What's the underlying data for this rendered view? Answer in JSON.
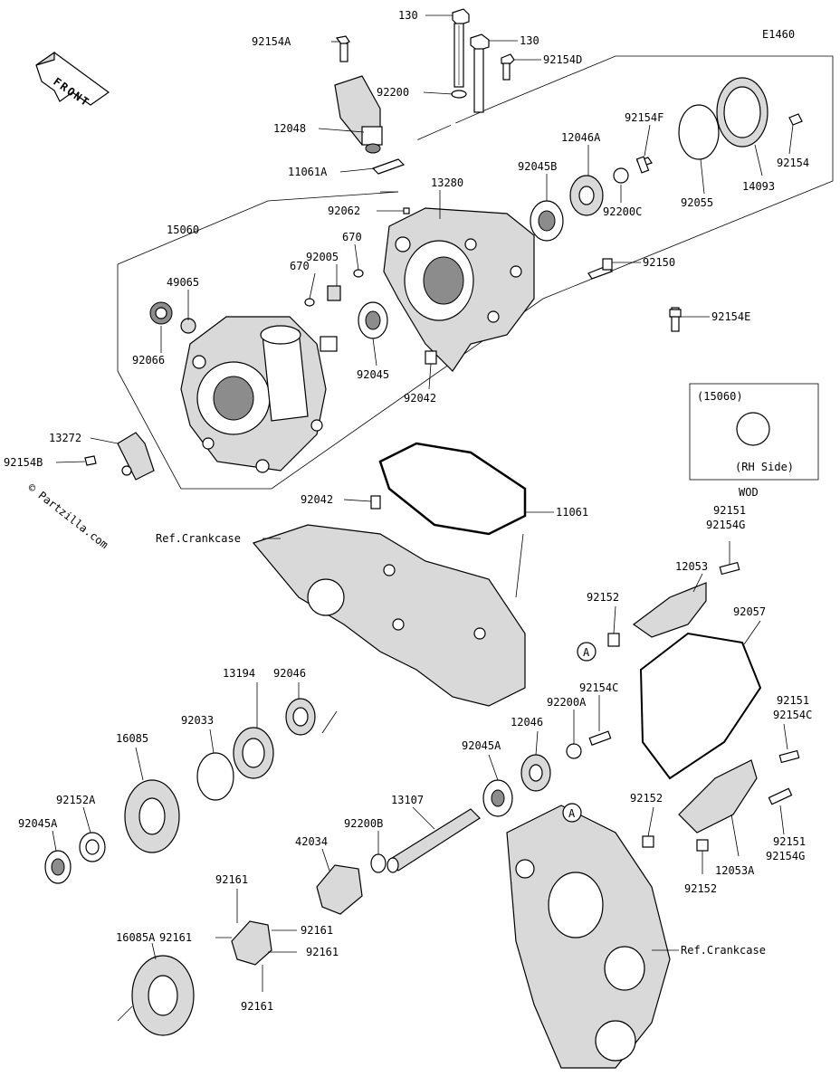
{
  "diagram_code": "E1460",
  "watermark": "© Partzilla.com",
  "front_label": "FRONT",
  "wod_box": {
    "ref": "(15060)",
    "side": "(RH Side)",
    "note": "WOD"
  },
  "callouts": {
    "A1": "A",
    "A2": "A"
  },
  "labels": {
    "p130a": "130",
    "p130b": "130",
    "p92154A": "92154A",
    "p92154D": "92154D",
    "p92200": "92200",
    "p12048": "12048",
    "p11061A": "11061A",
    "p15060": "15060",
    "p92062": "92062",
    "p13280": "13280",
    "p92005": "92005",
    "p670a": "670",
    "p670b": "670",
    "p49065": "49065",
    "p92066": "92066",
    "p92045": "92045",
    "p92042a": "92042",
    "p12046A": "12046A",
    "p92045B": "92045B",
    "p92154F": "92154F",
    "p92200C": "92200C",
    "p92055": "92055",
    "p14093": "14093",
    "p92154": "92154",
    "p92150": "92150",
    "p92154E": "92154E",
    "p13272": "13272",
    "p92154B": "92154B",
    "p92042b": "92042",
    "p11061": "11061",
    "refCrank1": "Ref.Crankcase",
    "p92151a": "92151",
    "p92154Ga": "92154G",
    "p12053": "12053",
    "p92152a": "92152",
    "p92057": "92057",
    "p13194": "13194",
    "p92046": "92046",
    "p92033": "92033",
    "p16085": "16085",
    "p92154C": "92154C",
    "p92200A": "92200A",
    "p12046": "12046",
    "p92045Aa": "92045A",
    "p92151b": "92151",
    "p92154Cb": "92154C",
    "p92152A": "92152A",
    "p92045Ab": "92045A",
    "p13107": "13107",
    "p92200B": "92200B",
    "p92152b": "92152",
    "p92151c": "92151",
    "p92154Gb": "92154G",
    "p12053A": "12053A",
    "p42034": "42034",
    "p92152c": "92152",
    "p92161a": "92161",
    "p92161b": "92161",
    "p92161c": "92161",
    "p92161d": "92161",
    "p92161e": "92161",
    "p16085A": "16085A",
    "refCrank2": "Ref.Crankcase"
  }
}
